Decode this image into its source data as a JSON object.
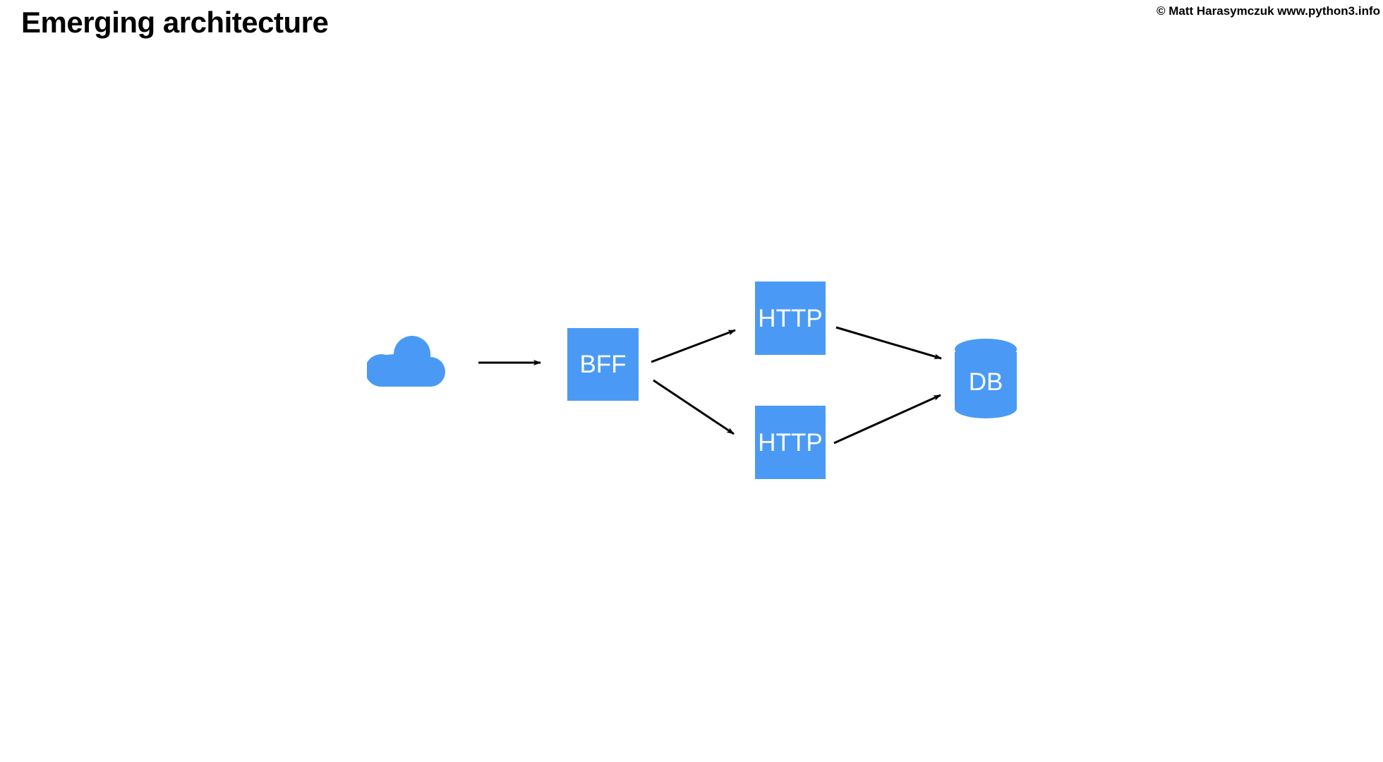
{
  "header": {
    "title": "Emerging architecture",
    "copyright": "© Matt Harasymczuk www.python3.info"
  },
  "theme": {
    "background": "#ffffff",
    "node_fill": "#4a9af5",
    "node_text": "#ffffff",
    "arrow_color": "#000000",
    "title_color": "#000000"
  },
  "diagram": {
    "type": "architecture-flow",
    "nodes": [
      {
        "id": "cloud",
        "shape": "cloud",
        "label": ""
      },
      {
        "id": "bff",
        "shape": "square",
        "label": "BFF"
      },
      {
        "id": "http1",
        "shape": "square",
        "label": "HTTP"
      },
      {
        "id": "http2",
        "shape": "square",
        "label": "HTTP"
      },
      {
        "id": "db",
        "shape": "cylinder",
        "label": "DB"
      }
    ],
    "edges": [
      {
        "from": "cloud",
        "to": "bff",
        "style": "arrow"
      },
      {
        "from": "bff",
        "to": "http1",
        "style": "arrow"
      },
      {
        "from": "bff",
        "to": "http2",
        "style": "arrow"
      },
      {
        "from": "http1",
        "to": "db",
        "style": "arrow"
      },
      {
        "from": "http2",
        "to": "db",
        "style": "arrow"
      }
    ]
  }
}
